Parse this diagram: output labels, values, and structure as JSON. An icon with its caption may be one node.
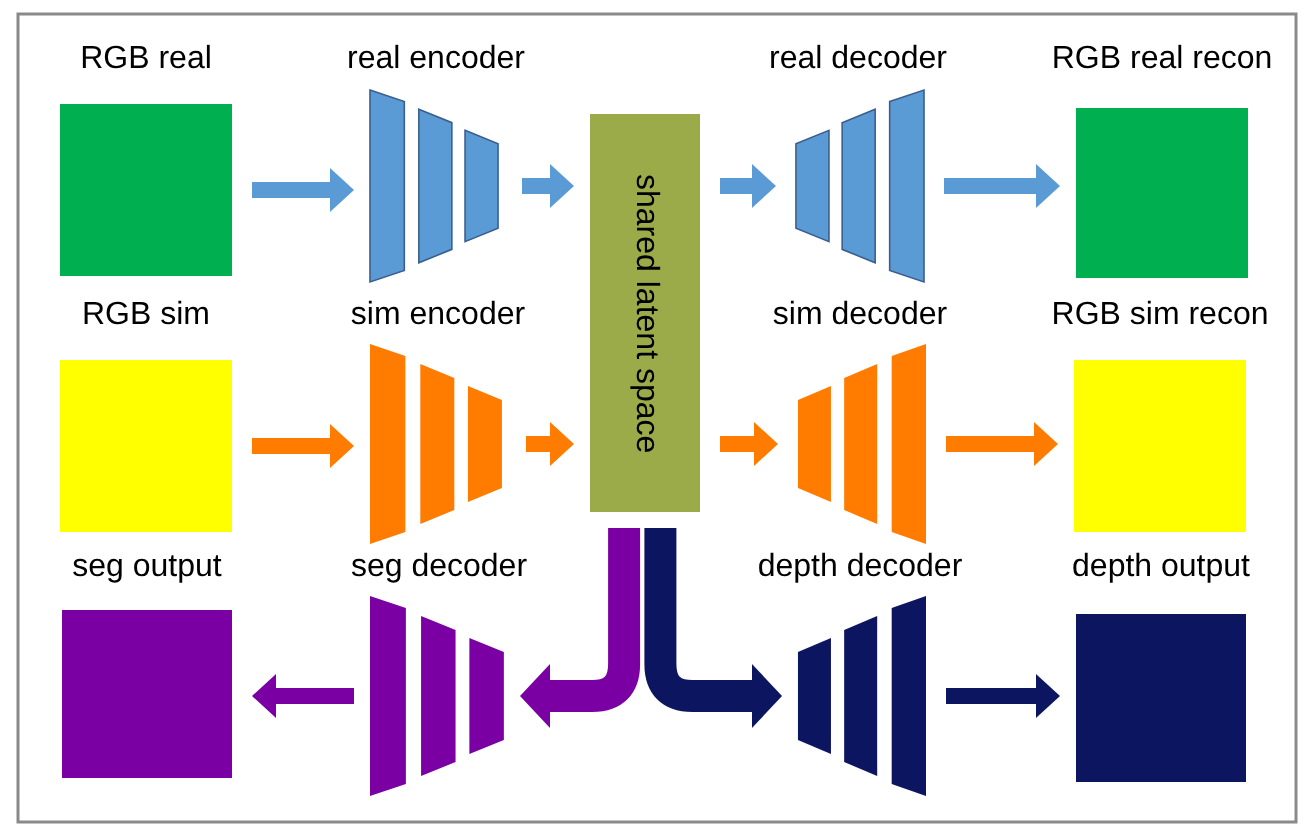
{
  "diagram": {
    "nodes": [
      {
        "text": [
          "RGB real"
        ]
      },
      {
        "text": [
          "real encoder"
        ]
      },
      {
        "text": [
          "shared latent space"
        ]
      },
      {
        "text": [
          "real decoder"
        ]
      },
      {
        "text": [
          "RGB real recon"
        ]
      },
      {
        "text": [
          "RGB sim"
        ]
      },
      {
        "text": [
          "sim encoder"
        ]
      },
      {
        "text": [
          "sim decoder"
        ]
      },
      {
        "text": [
          "RGB sim recon"
        ]
      },
      {
        "text": [
          "seg output"
        ]
      },
      {
        "text": [
          "seg decoder"
        ]
      },
      {
        "text": [
          "depth decoder"
        ]
      },
      {
        "text": [
          "depth output"
        ]
      }
    ],
    "edges": [
      {
        "from": 0,
        "to": 1,
        "arrow": "to",
        "color": "#5b9bd5"
      },
      {
        "from": 1,
        "to": 2,
        "arrow": "to",
        "color": "#5b9bd5"
      },
      {
        "from": 2,
        "to": 3,
        "arrow": "to",
        "color": "#5b9bd5"
      },
      {
        "from": 3,
        "to": 4,
        "arrow": "to",
        "color": "#5b9bd5"
      },
      {
        "from": 5,
        "to": 6,
        "arrow": "to",
        "color": "#ff7c00"
      },
      {
        "from": 6,
        "to": 2,
        "arrow": "to",
        "color": "#ff7c00"
      },
      {
        "from": 2,
        "to": 7,
        "arrow": "to",
        "color": "#ff7c00"
      },
      {
        "from": 7,
        "to": 8,
        "arrow": "to",
        "color": "#ff7c00"
      },
      {
        "from": 2,
        "to": 10,
        "arrow": "to",
        "style": "thick",
        "color": "#7b00a3"
      },
      {
        "from": 10,
        "to": 9,
        "arrow": "to",
        "color": "#7b00a3"
      },
      {
        "from": 2,
        "to": 11,
        "arrow": "to",
        "style": "thick",
        "color": "#0b1560"
      },
      {
        "from": 11,
        "to": 12,
        "arrow": "to",
        "color": "#0b1560"
      }
    ]
  }
}
